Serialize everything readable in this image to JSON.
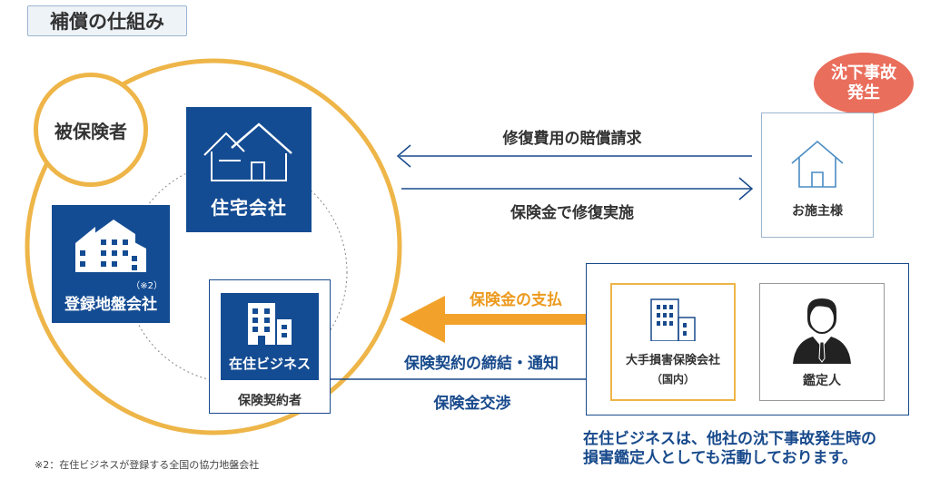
{
  "title": "補償の仕組み",
  "insured_label": "被保険者",
  "housing_company_label": "住宅会社",
  "ground_company_label": "登録地盤会社",
  "ground_company_note_mark": "（※2）",
  "zaiju_label": "在住ビジネス",
  "policyholder_label": "保険契約者",
  "subsidence_bubble": {
    "line1": "沈下事故",
    "line2": "発生"
  },
  "homeowner_label": "お施主様",
  "arrow_repair_claim": "修復費用の賠償請求",
  "arrow_repair_by_insurance": "保険金で修復実施",
  "arrow_payment": "保険金の支払",
  "arrow_contract": "保険契約の締結・通知",
  "arrow_negotiation": "保険金交渉",
  "insurer_label": {
    "line1": "大手損害保険会社",
    "line2": "（国内）"
  },
  "adjuster_label": "鑑定人",
  "footnote": "※2：在住ビジネスが登録する全国の協力地盤会社",
  "bottom_note": {
    "line1": "在住ビジネスは、他社の沈下事故発生時の",
    "line2": "損害鑑定人としても活動しております。"
  },
  "colors": {
    "navy": "#144c93",
    "orange": "#eeb548",
    "arrow_orange": "#f2a22b",
    "bubble": "#ea6e5c",
    "light_blue_border": "#9ab6cf"
  }
}
